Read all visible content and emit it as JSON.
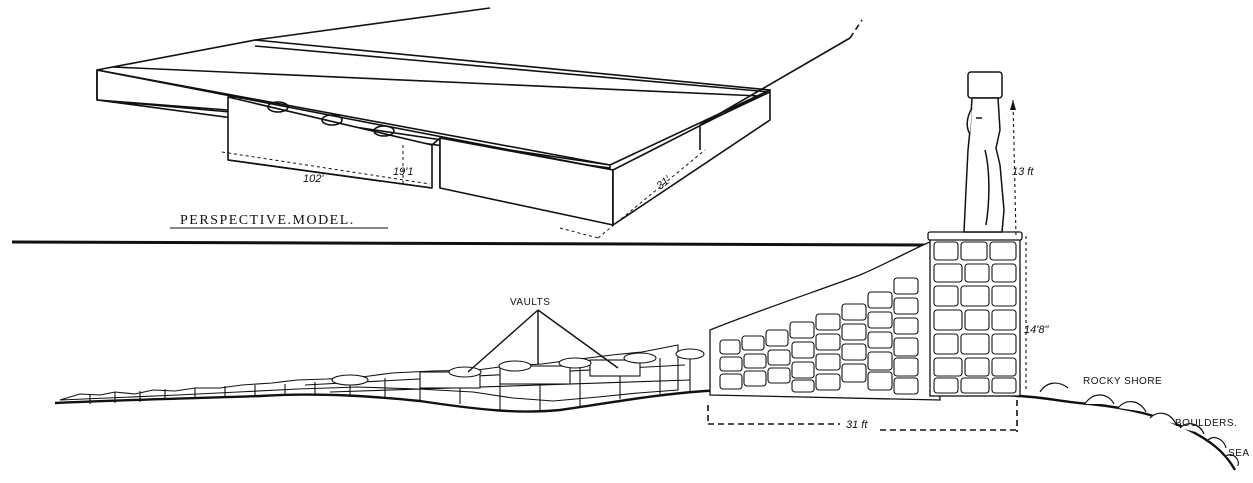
{
  "figure": {
    "perspective": {
      "title": "PERSPECTIVE.MODEL.",
      "dim_length": "102'",
      "dim_height": "19'1",
      "dim_depth": "31'"
    },
    "section": {
      "label_vaults": "VAULTS",
      "dim_statue_height": "13 ft",
      "dim_platform_height": "14'8\"",
      "dim_platform_width": "31 ft",
      "label_rocky_shore": "ROCKY SHORE",
      "label_boulders": "BOULDERS.",
      "label_sea": "SEA"
    }
  }
}
